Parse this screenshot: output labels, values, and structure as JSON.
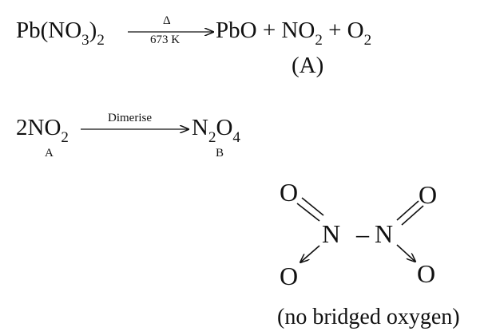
{
  "reaction1": {
    "reactant": {
      "main": "Pb(NO",
      "sub1": "3",
      "close": ")",
      "sub2": "2"
    },
    "condition_above": "Δ",
    "condition_below": "673 K",
    "products": {
      "p1": "PbO + NO",
      "sub1": "2",
      "p2": " + O",
      "sub2": "2"
    },
    "label": "(A)"
  },
  "reaction2": {
    "reactant": {
      "main": "2NO",
      "sub": "2"
    },
    "reactant_label": "A",
    "condition_above": "Dimerise",
    "product": {
      "n": "N",
      "sub1": "2",
      "o": "O",
      "sub2": "4"
    },
    "product_label": "B"
  },
  "structure": {
    "atoms": {
      "o_top_left": "O",
      "o_top_right": "O",
      "n_left": "N",
      "n_right": "N",
      "o_bottom_left": "O",
      "o_bottom_right": "O",
      "bond": "–"
    },
    "caption": "(no bridged oxygen)"
  }
}
